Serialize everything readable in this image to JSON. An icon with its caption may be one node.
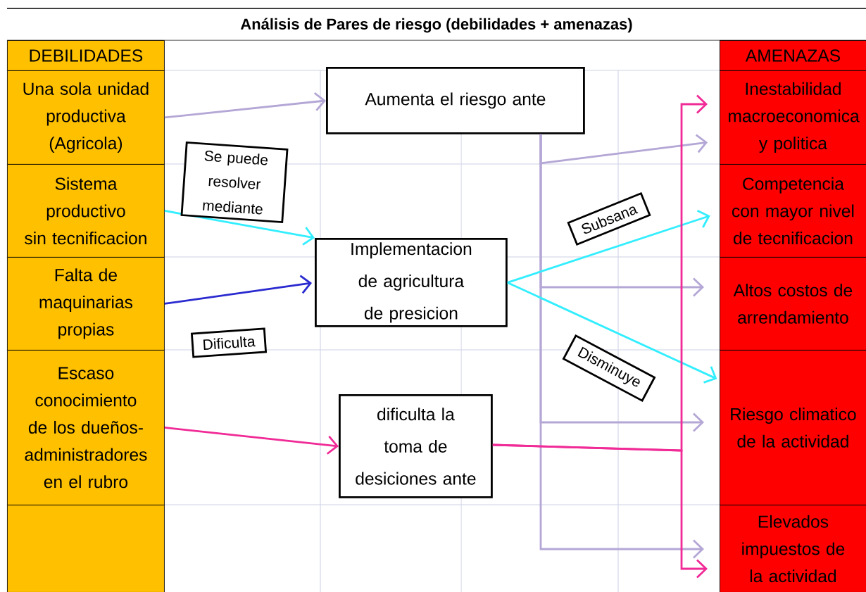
{
  "diagram": {
    "title": "Análisis de Pares de riesgo (debilidades + amenazas)",
    "nodes": [
      {
        "text": [
          "DEBILIDADES"
        ]
      },
      {
        "text": [
          "Una sola unidad productiva (Agricola)"
        ]
      },
      {
        "text": [
          "Sistema productivo sin tecnificacion"
        ]
      },
      {
        "text": [
          "Falta de maquinarias propias"
        ]
      },
      {
        "text": [
          "Escaso conocimiento de los dueños-administradores en el rubro"
        ]
      },
      {
        "text": [],
        "shape": "box"
      },
      {
        "text": [
          "AMENAZAS"
        ]
      },
      {
        "text": [
          "Inestabilidad macroeconomica y politica"
        ]
      },
      {
        "text": [
          "Competencia con mayor nivel de tecnificacion"
        ]
      },
      {
        "text": [
          "Altos costos de arrendamiento"
        ]
      },
      {
        "text": [
          "Riesgo climatico de la actividad"
        ]
      },
      {
        "text": [
          "Elevados impuestos de la actividad"
        ]
      },
      {
        "text": [
          "Aumenta el riesgo ante"
        ]
      },
      {
        "text": [
          "Implementacion de agricultura de presicion"
        ]
      },
      {
        "text": [
          "dificulta la toma de desiciones ante"
        ]
      }
    ],
    "edges": [
      {
        "from": 1,
        "to": 12,
        "arrow": "to"
      },
      {
        "from": 2,
        "to": 13,
        "arrow": "to",
        "label": "Se puede resolver mediante",
        "color": "#33eeff"
      },
      {
        "from": 3,
        "to": 13,
        "arrow": "to",
        "label": "Dificulta",
        "color": "#2a2ad0"
      },
      {
        "from": 4,
        "to": 14,
        "arrow": "to",
        "color": "#f02a96"
      },
      {
        "from": 12,
        "to": 7,
        "arrow": "to"
      },
      {
        "from": 12,
        "to": 9,
        "arrow": "to"
      },
      {
        "from": 12,
        "to": 10,
        "arrow": "to"
      },
      {
        "from": 12,
        "to": 11,
        "arrow": "to"
      },
      {
        "from": 13,
        "to": 8,
        "arrow": "to",
        "label": "Subsana",
        "color": "#33eeff"
      },
      {
        "from": 13,
        "to": 10,
        "arrow": "to",
        "label": "Disminuye",
        "color": "#33eeff"
      },
      {
        "from": 14,
        "to": 7,
        "arrow": "to",
        "color": "#f02a96"
      },
      {
        "from": 14,
        "to": 11,
        "arrow": "to",
        "color": "#f02a96"
      }
    ]
  }
}
